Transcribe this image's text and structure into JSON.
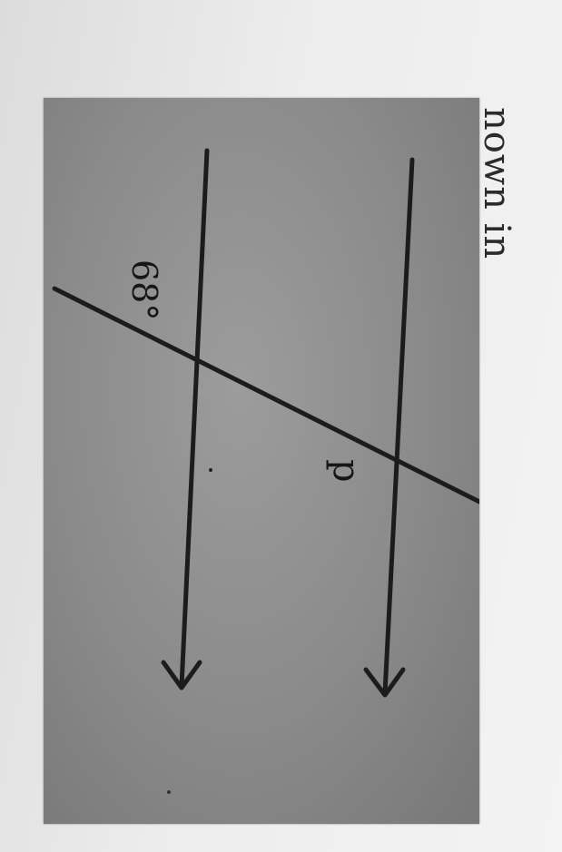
{
  "diagram": {
    "angle_label": "68°",
    "unknown_label": "p"
  },
  "side_text": "nown in"
}
